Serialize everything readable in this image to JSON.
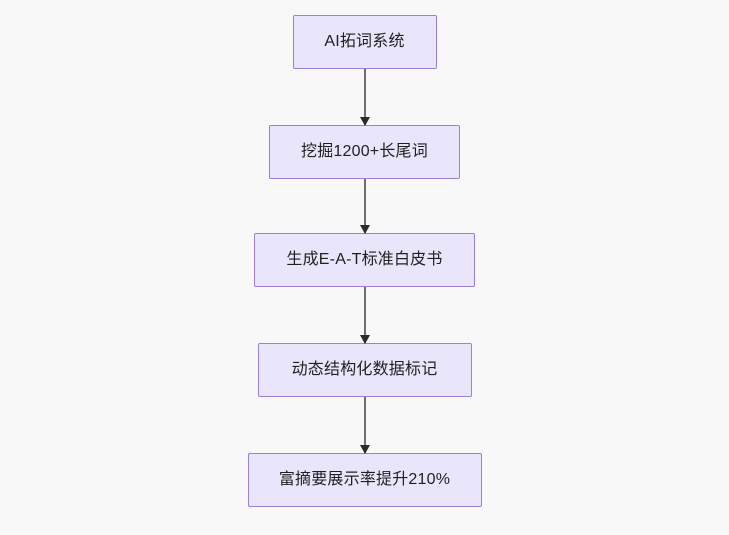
{
  "diagram": {
    "type": "flowchart",
    "orientation": "top-to-bottom",
    "background_color": "#f8f8f8",
    "node_fill_color": "#e9e5fb",
    "node_border_color": "#9d7fd6",
    "node_text_color": "#1f2020",
    "connector_color": "#6f6f6f",
    "arrowhead_color": "#2b2b2b",
    "nodes": [
      {
        "id": "n1",
        "label": "AI拓词系统"
      },
      {
        "id": "n2",
        "label": "挖掘1200+长尾词"
      },
      {
        "id": "n3",
        "label": "生成E-A-T标准白皮书"
      },
      {
        "id": "n4",
        "label": "动态结构化数据标记"
      },
      {
        "id": "n5",
        "label": "富摘要展示率提升210%"
      }
    ],
    "edges": [
      {
        "id": "e1",
        "from": "n1",
        "to": "n2",
        "label": ""
      },
      {
        "id": "e2",
        "from": "n2",
        "to": "n3",
        "label": ""
      },
      {
        "id": "e3",
        "from": "n3",
        "to": "n4",
        "label": ""
      },
      {
        "id": "e4",
        "from": "n4",
        "to": "n5",
        "label": ""
      }
    ]
  }
}
